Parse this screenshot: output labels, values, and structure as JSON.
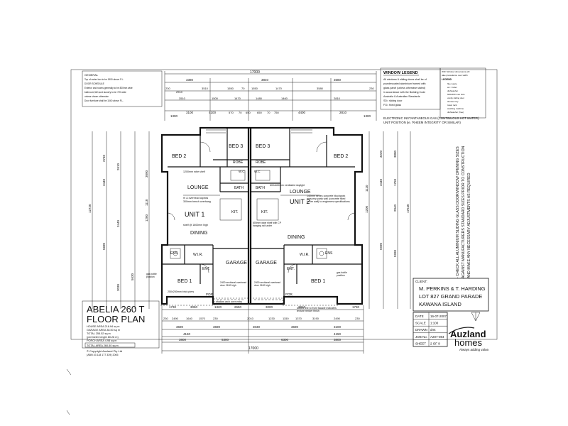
{
  "notes_top_left": {
    "heading": "GENERAL",
    "lines": [
      "Top of meter box to be 1900 above F.L.",
      "DOOR SCHEDULE",
      "Exterior and rooms generally to be 820mm wide",
      "bathroom,WC,and laundry to be 720 wide",
      "unless shown otherwise",
      "Door furniture shall be 1040 above F.L."
    ]
  },
  "window_legend": {
    "title": "WINDOW LEGEND",
    "lines": [
      "All windows & sliding doors shall be of",
      "powdercoated aluminium framed with",
      "glass panel (unless otherwise stated)",
      "in accordance with the Building Code",
      "Australia & Australian Standards",
      "SD= sliding door",
      "FG= fixed glass"
    ]
  },
  "abbrev_legend": {
    "lines": [
      "WD= Window dimensions will",
      "take precedence over width",
      "LEGEND",
      "flue waste",
      "wc = toilet",
      "dishwasher",
      "600x600 max hole",
      "vanity sliding door",
      "shower tray",
      "towel rack",
      "washing machine",
      "dishwasher (free)"
    ]
  },
  "gas_note": {
    "line1": "ELECTRONIC INSTANTANEOUS GAS (CONTINUOUS HOT WATER)",
    "line2": "UNIT POSITION (ie. 'RHEEM INTEGRITY' OR SIMILAR)"
  },
  "rotated_note": {
    "line1": "- CHECK ALL ALUMINIUM SLIDING GLASS DOOR/WINDOW OPENING SIZES",
    "line2": "AGAINST MANUFACTURERS STANDARD SIZES PRIOR TO CONSTRUCTION",
    "line3": "AND MAKE ANY NECESSARY ADJUSTMENTS AS REQUIRED"
  },
  "top_dims": {
    "overall": "17000",
    "row1": [
      "3380",
      "3840",
      "3580"
    ],
    "row2": [
      "230",
      "2910",
      "3510",
      "1550",
      "70",
      "1550",
      "1470",
      "3580",
      "230"
    ],
    "row3": [
      "3510",
      "1500",
      "1470",
      "1480",
      "1460",
      "2810"
    ],
    "row4": [
      "1300",
      "3100",
      "4100",
      "570",
      "70",
      "650",
      "650",
      "70",
      "750",
      "4400",
      "2810",
      "1300"
    ]
  },
  "rooms": {
    "bed3_left": "BED 3",
    "bed3_right": "BED 3",
    "bed2_left": "BED 2",
    "bed2_right": "BED 2",
    "lounge_left": "LOUNGE",
    "lounge_right": "LOUNGE",
    "unit1": "UNIT 1",
    "unit2": "UNIT 2",
    "kit_left": "KIT.",
    "kit_right": "KIT.",
    "dining_left": "DINING",
    "dining_right": "DINING",
    "ens_left": "ENS",
    "ens_right": "ENS",
    "wir_left": "W.I.R.",
    "wir_right": "W.I.R.",
    "garage_left": "GARAGE",
    "garage_right": "GARAGE",
    "ent_left": "ENT.",
    "ent_right": "ENT.",
    "bed1_left": "BED 1",
    "bed1_right": "BED 1",
    "robe_left": "ROBE",
    "robe_right": "ROBE",
    "wc_left": "W.C",
    "wc_right": "W.C",
    "bath_left": "BATH",
    "bath_right": "BATH",
    "por_left": "POR.",
    "por_right": "POR."
  },
  "annotations": {
    "robe_shelf": "1200mm robe shelf",
    "overhead_cupboards": "rh & overhead cupbds",
    "bench_overhang": "300mm bench overhang",
    "skylight": "600x600mm ventilated skylight",
    "concrete_blockwork": "140mm series concrete blockwork masonry party wall (concrete filled entire wall) to engineers specifications",
    "shelf_high": "shelf @ 1600mm high",
    "garage_door_left": "2400 sectional overhead door 2100 high",
    "garage_door_right": "2400 sectional overhead door 2100 high",
    "brick_piers": "250x250mm brick piers",
    "arch": "shallow arch over entry",
    "facade": "dotted line to front facade indicates texture render finish",
    "bottle_left": "gas bottle position",
    "bottle_right": "gas bottle position",
    "shelf_ch": "600mm wide shelf with CP hanging rail under"
  },
  "plan_title": {
    "line1": "ABELIA 260 T",
    "line2": "FLOOR PLAN",
    "areas": [
      "HOUSE AREA 216.94 sq m",
      "GARAGE AREA 38.50 sq m",
      "TOTAL 255.52 sq m",
      "(perimeter length 80.28 m)",
      "PORCH AREA 4.98 sq m",
      "TOTAL AREA 260.50 sq m"
    ],
    "copyright": "© Copyright Auzland Pty Ltd",
    "abn": "(ABN 43 118 177 339) 2005"
  },
  "bottom_dims": {
    "row1": [
      "1730",
      "3050",
      "1320",
      "2650",
      "3000",
      "2010",
      "1730"
    ],
    "row2": [
      "230",
      "2490",
      "1640",
      "1570",
      "230",
      "2010",
      "1230",
      "1150",
      "1370",
      "3190",
      "2490",
      "230"
    ],
    "row3": [
      "3690",
      "3690",
      "3030",
      "3690",
      "3100"
    ],
    "row4": [
      "4150",
      "4150"
    ],
    "row5": [
      "3800",
      "5300",
      "6300",
      "3800"
    ],
    "overall": "17000"
  },
  "left_dims": [
    "2740",
    "3440",
    "2610",
    "3440",
    "5680",
    "5630",
    "12720",
    "3090",
    "1110",
    "1200",
    "3030"
  ],
  "right_dims": [
    "3220",
    "3800",
    "3440",
    "1750",
    "2040",
    "17540",
    "5930",
    "5990",
    "1110",
    "1200"
  ],
  "title_block": {
    "client_label": "CLIENT:",
    "client_lines": [
      "M. PERKINS & T. HARDING",
      "LOT 827 GRAND PARADE",
      "KAWANA ISLAND"
    ],
    "fields": [
      {
        "label": "DATE",
        "value": "16-07-2007"
      },
      {
        "label": "SCALE",
        "value": "1:100"
      },
      {
        "label": "DRAWN",
        "value": "dmt"
      },
      {
        "label": "JOB No.",
        "value": "A207-084"
      },
      {
        "label": "SHEET",
        "value": "2 OF 8"
      }
    ],
    "logo_word1": "Auzland",
    "logo_word2": "homes",
    "tagline": "Always adding value."
  },
  "colors": {
    "ink": "#111111",
    "paper": "#ffffff",
    "logo": "#222222"
  }
}
